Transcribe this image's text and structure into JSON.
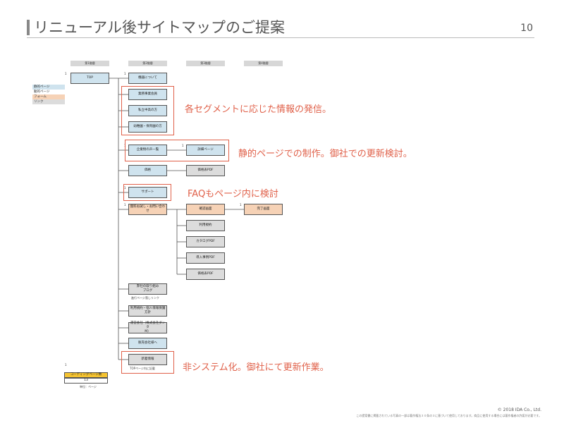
{
  "page": {
    "title": "リニューアル後サイトマップのご提案",
    "page_number": "10"
  },
  "levels": [
    "第1階層",
    "第2階層",
    "第3階層",
    "第4階層"
  ],
  "legend": [
    "静的ページ",
    "動的ページ",
    "フォーム",
    "リンク"
  ],
  "boxes": {
    "top": "TOP",
    "about": "機器について",
    "seg1": "業務事業会員",
    "seg2": "私立中高の方",
    "seg3": "幼稚園・保育園の方",
    "product_list": "企業物の声一覧",
    "detail": "詳細ページ",
    "price": "価格",
    "price_pdf": "価格表PDF",
    "support": "サポート",
    "trial": "無料お試し・お問い合わせ",
    "entry_form": "確認画面",
    "complete": "完了画面",
    "terms": "利用規約",
    "catalog_pdf": "カタログPDF",
    "intro_pdf": "導入事例PDF",
    "price_pdf2": "価格表PDF",
    "blog": "弊社の取り組み\nブログ",
    "privacy": "利用規約・個人情報保護方針",
    "company": "運営会社（株式会社ダンタ\nM）",
    "agency": "販売会社様へ",
    "news": "新着情報"
  },
  "notes": {
    "blog_note": "進行ページ落しリンク",
    "news_note": "TOPページ内に記載"
  },
  "numbers": {
    "top": "1",
    "about": "1",
    "product_list": "1",
    "detail": "1",
    "support": "1",
    "trial": "1",
    "complete": "1",
    "counter_head": "1"
  },
  "counter": {
    "label": "コーディングページ数",
    "value": "13",
    "unit": "単位：ページ"
  },
  "callouts": {
    "segments": "各セグメントに応じた情報の発信。",
    "static": "静的ページでの制作。御社での更新検討。",
    "faq": "FAQもページ内に検討",
    "system": "非システム化。御社にて更新作業。"
  },
  "footer": {
    "copyright": "© 2018 IDA Co., Ltd.",
    "notice": "この提案書に掲載されている写真の一部は著作権法３０条の３に基づいて使用しております。商品に使用する場合には著作権者の許諾が必要です。"
  },
  "colors": {
    "static": "#cfe3ee",
    "dynamic": "#dcdcdc",
    "form": "#f6d2b6",
    "link": "#dcdcdc",
    "highlight": "#e0614a",
    "counter": "#f5c330"
  }
}
